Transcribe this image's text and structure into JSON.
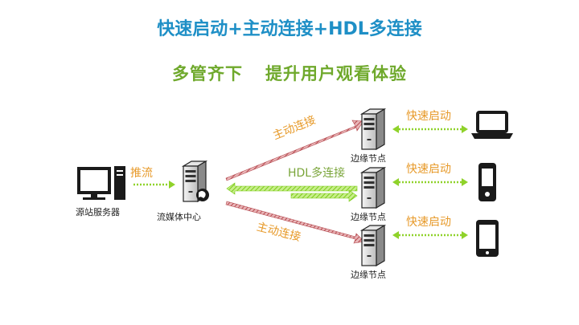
{
  "title": "快速启动+主动连接+HDL多连接",
  "subtitle": {
    "part1": "多管齐下",
    "part2": "提升用户观看体验"
  },
  "nodes": {
    "origin_server": "源站服务器",
    "streaming_center": "流媒体中心",
    "edge_node_1": "边缘节点",
    "edge_node_2": "边缘节点",
    "edge_node_3": "边缘节点"
  },
  "edges": {
    "push_stream": "推流",
    "active_connect_top": "主动连接",
    "hdl_multi": "HDL多连接",
    "active_connect_bottom": "主动连接",
    "quick_start_1": "快速启动",
    "quick_start_2": "快速启动",
    "quick_start_3": "快速启动"
  },
  "devices": {
    "laptop": "laptop-icon",
    "phone": "phone-icon",
    "tablet": "tablet-icon"
  },
  "colors": {
    "title": "#1e8fc6",
    "subtitle": "#6fa92c",
    "active_arrow": "#c45a5f",
    "hdl_arrow": "#8fd22a",
    "label_orange": "#e79a2a"
  }
}
